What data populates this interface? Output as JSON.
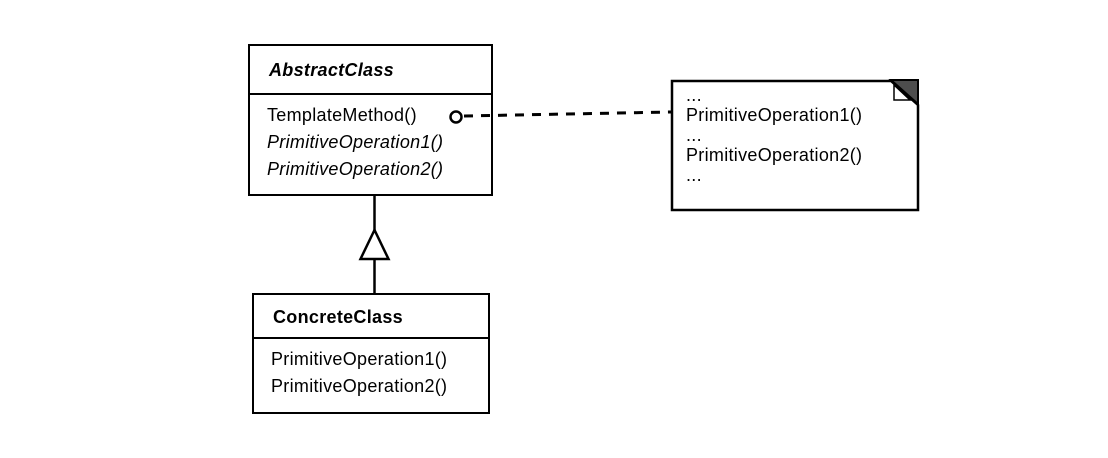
{
  "abstract_class": {
    "name": "AbstractClass",
    "methods": [
      {
        "label": "TemplateMethod()"
      },
      {
        "label": "PrimitiveOperation1()"
      },
      {
        "label": "PrimitiveOperation2()"
      }
    ]
  },
  "concrete_class": {
    "name": "ConcreteClass",
    "methods": [
      {
        "label": "PrimitiveOperation1()"
      },
      {
        "label": "PrimitiveOperation2()"
      }
    ]
  },
  "note": {
    "lines": [
      "...",
      "PrimitiveOperation1()",
      "...",
      "PrimitiveOperation2()",
      "..."
    ]
  },
  "colors": {
    "ink": "#000000",
    "background": "#ffffff",
    "fold_shade": "#4d4d4d",
    "note_fill": "#ffffff"
  }
}
